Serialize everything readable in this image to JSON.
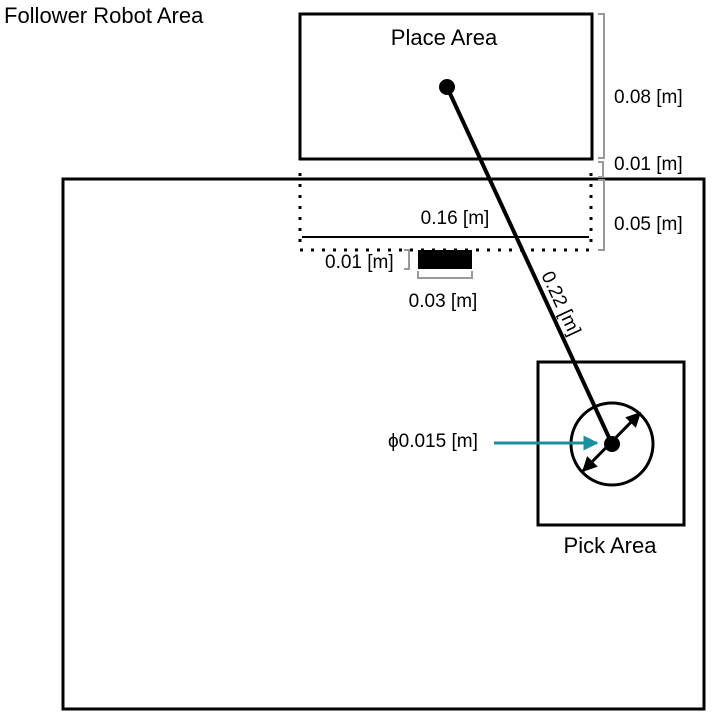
{
  "labels": {
    "follower_area": "Follower Robot Area",
    "place_area": "Place Area",
    "pick_area": "Pick Area",
    "dim_place_height": "0.08 [m]",
    "dim_gap": "0.01 [m]",
    "dim_zone_depth": "0.05 [m]",
    "dim_zone_width": "0.16 [m]",
    "dim_block_offset": "0.01 [m]",
    "dim_block_width": "0.03 [m]",
    "dim_reach": "0.22 [m]",
    "dim_object_diameter": "ϕ0.015 [m]"
  },
  "colors": {
    "line": "#000000",
    "dimension": "#999999",
    "pointer": "#1a8f9e"
  }
}
